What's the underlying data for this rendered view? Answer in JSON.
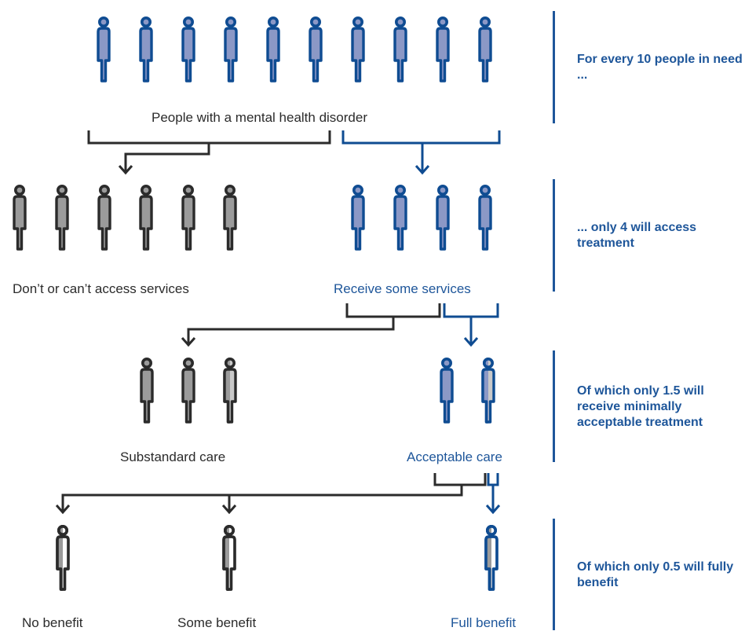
{
  "colors": {
    "blue_outline": "#0f4c92",
    "blue_fill": "#8b98c6",
    "dark_outline": "#2b2b2b",
    "gray_fill": "#9b9b9b",
    "light_fill": "#c9c9c9",
    "text_blue": "#1e569a"
  },
  "tiers": [
    {
      "note": "For every 10 people in need ...",
      "groups": [
        {
          "label": "People with a mental health disorder",
          "count": 10,
          "style": "blue",
          "fill": "full"
        }
      ]
    },
    {
      "note": "... only 4 will access treatment",
      "groups": [
        {
          "label": "Don’t or can’t access services",
          "count": 6,
          "style": "dark",
          "fill": "full"
        },
        {
          "label": "Receive some services",
          "count": 4,
          "style": "blue",
          "fill": "full"
        }
      ]
    },
    {
      "note": "Of which only 1.5 will receive minimally acceptable treatment",
      "groups": [
        {
          "label": "Substandard care",
          "count": 3,
          "style": "dark",
          "fill": "2.5 of 3 filled"
        },
        {
          "label": "Acceptable care",
          "count": 2,
          "style": "blue",
          "fill": "1.5 of 2 filled"
        }
      ]
    },
    {
      "note": "Of which only 0.5 will fully benefit",
      "groups": [
        {
          "label": "No benefit",
          "count": 1,
          "style": "dark",
          "fill": "half"
        },
        {
          "label": "Some benefit",
          "count": 1,
          "style": "dark",
          "fill": "half"
        },
        {
          "label": "Full benefit",
          "count": 1,
          "style": "blue",
          "fill": "half"
        }
      ]
    }
  ]
}
